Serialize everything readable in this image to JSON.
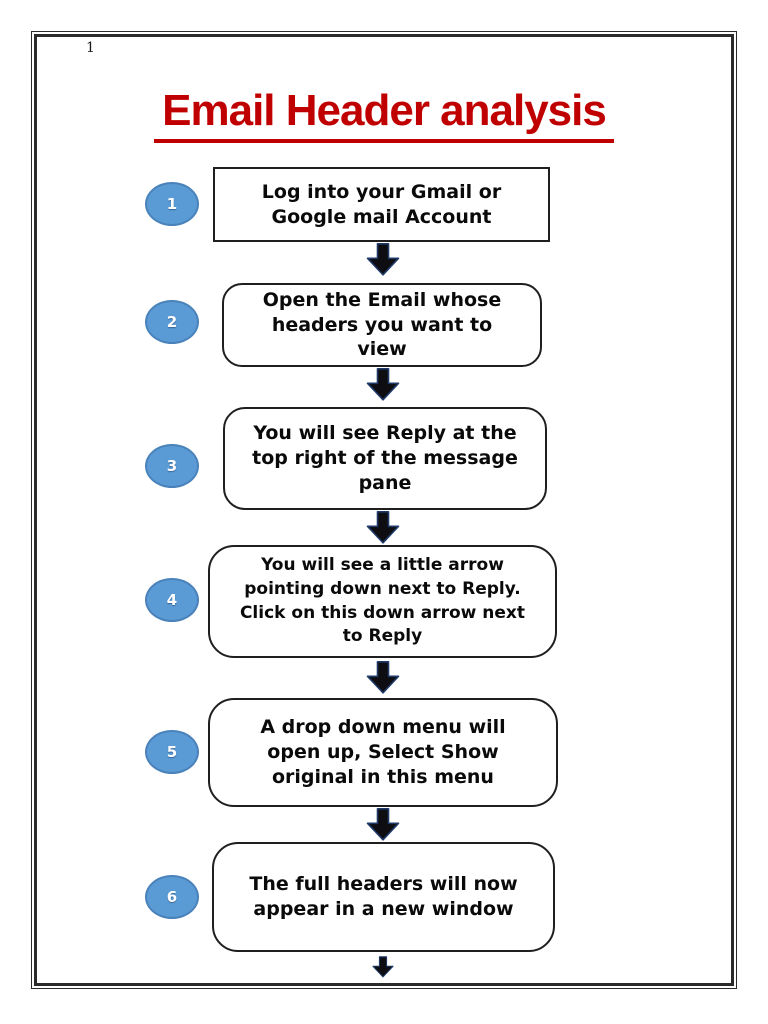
{
  "page": {
    "number": "1",
    "title": "Email Header analysis"
  },
  "colors": {
    "title_red": "#C00000",
    "circle_fill": "#5B9BD5",
    "circle_border": "#4A82BA",
    "arrow_fill": "#0D0D12",
    "arrow_outline": "#1F3A68",
    "box_border": "#1F1F1F",
    "page_border": "#2B2B2B"
  },
  "flowchart": {
    "steps": [
      {
        "number": "1",
        "shape": "rectangle",
        "text": "Log into your Gmail or\nGoogle mail Account"
      },
      {
        "number": "2",
        "shape": "rounded",
        "text": "Open the Email whose\nheaders you want to\nview"
      },
      {
        "number": "3",
        "shape": "rounded",
        "text": "You will see Reply at the\ntop right of the message\npane"
      },
      {
        "number": "4",
        "shape": "rounded",
        "text": "You will see a little arrow\npointing down next to Reply.\nClick on this down arrow next\nto Reply"
      },
      {
        "number": "5",
        "shape": "rounded",
        "text": "A drop down menu will\nopen up, Select Show\noriginal in this menu"
      },
      {
        "number": "6",
        "shape": "rounded",
        "text": "The full headers will now\nappear in a new window"
      }
    ],
    "connector": "down-arrow"
  }
}
